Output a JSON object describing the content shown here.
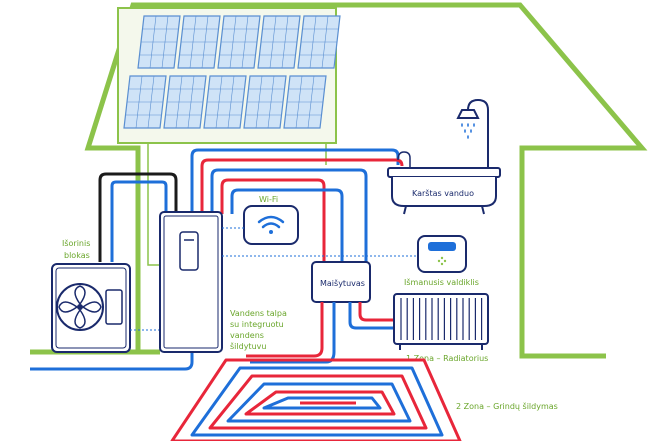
{
  "labels": {
    "outdoor_unit": [
      "Išorinis",
      "blokas"
    ],
    "wifi": "Wi-Fi",
    "hot_water": "Karštas vanduo",
    "smart_controller": "Išmanusis valdiklis",
    "mixer": "Maišytuvas",
    "tank": [
      "Vandens talpa",
      "su integruotu",
      "vandens",
      "šildytuvu"
    ],
    "zone1": "1 Zona – Radiatorius",
    "zone2": "2 Zona – Grindų šildymas"
  },
  "colors": {
    "house": "#8cc34a",
    "label": "#6aa62b",
    "blue_pipe": "#1e6fd9",
    "red_pipe": "#e8263a",
    "navy": "#1a2a6c",
    "panel_fill": "#cfe3f7",
    "panel_line": "#5a8fd1",
    "black_pipe": "#1b1b1b"
  },
  "icons": [
    "solar-panel-icon",
    "fan-icon",
    "wifi-icon",
    "shower-icon",
    "bathtub-icon",
    "controller-icon",
    "radiator-icon"
  ]
}
